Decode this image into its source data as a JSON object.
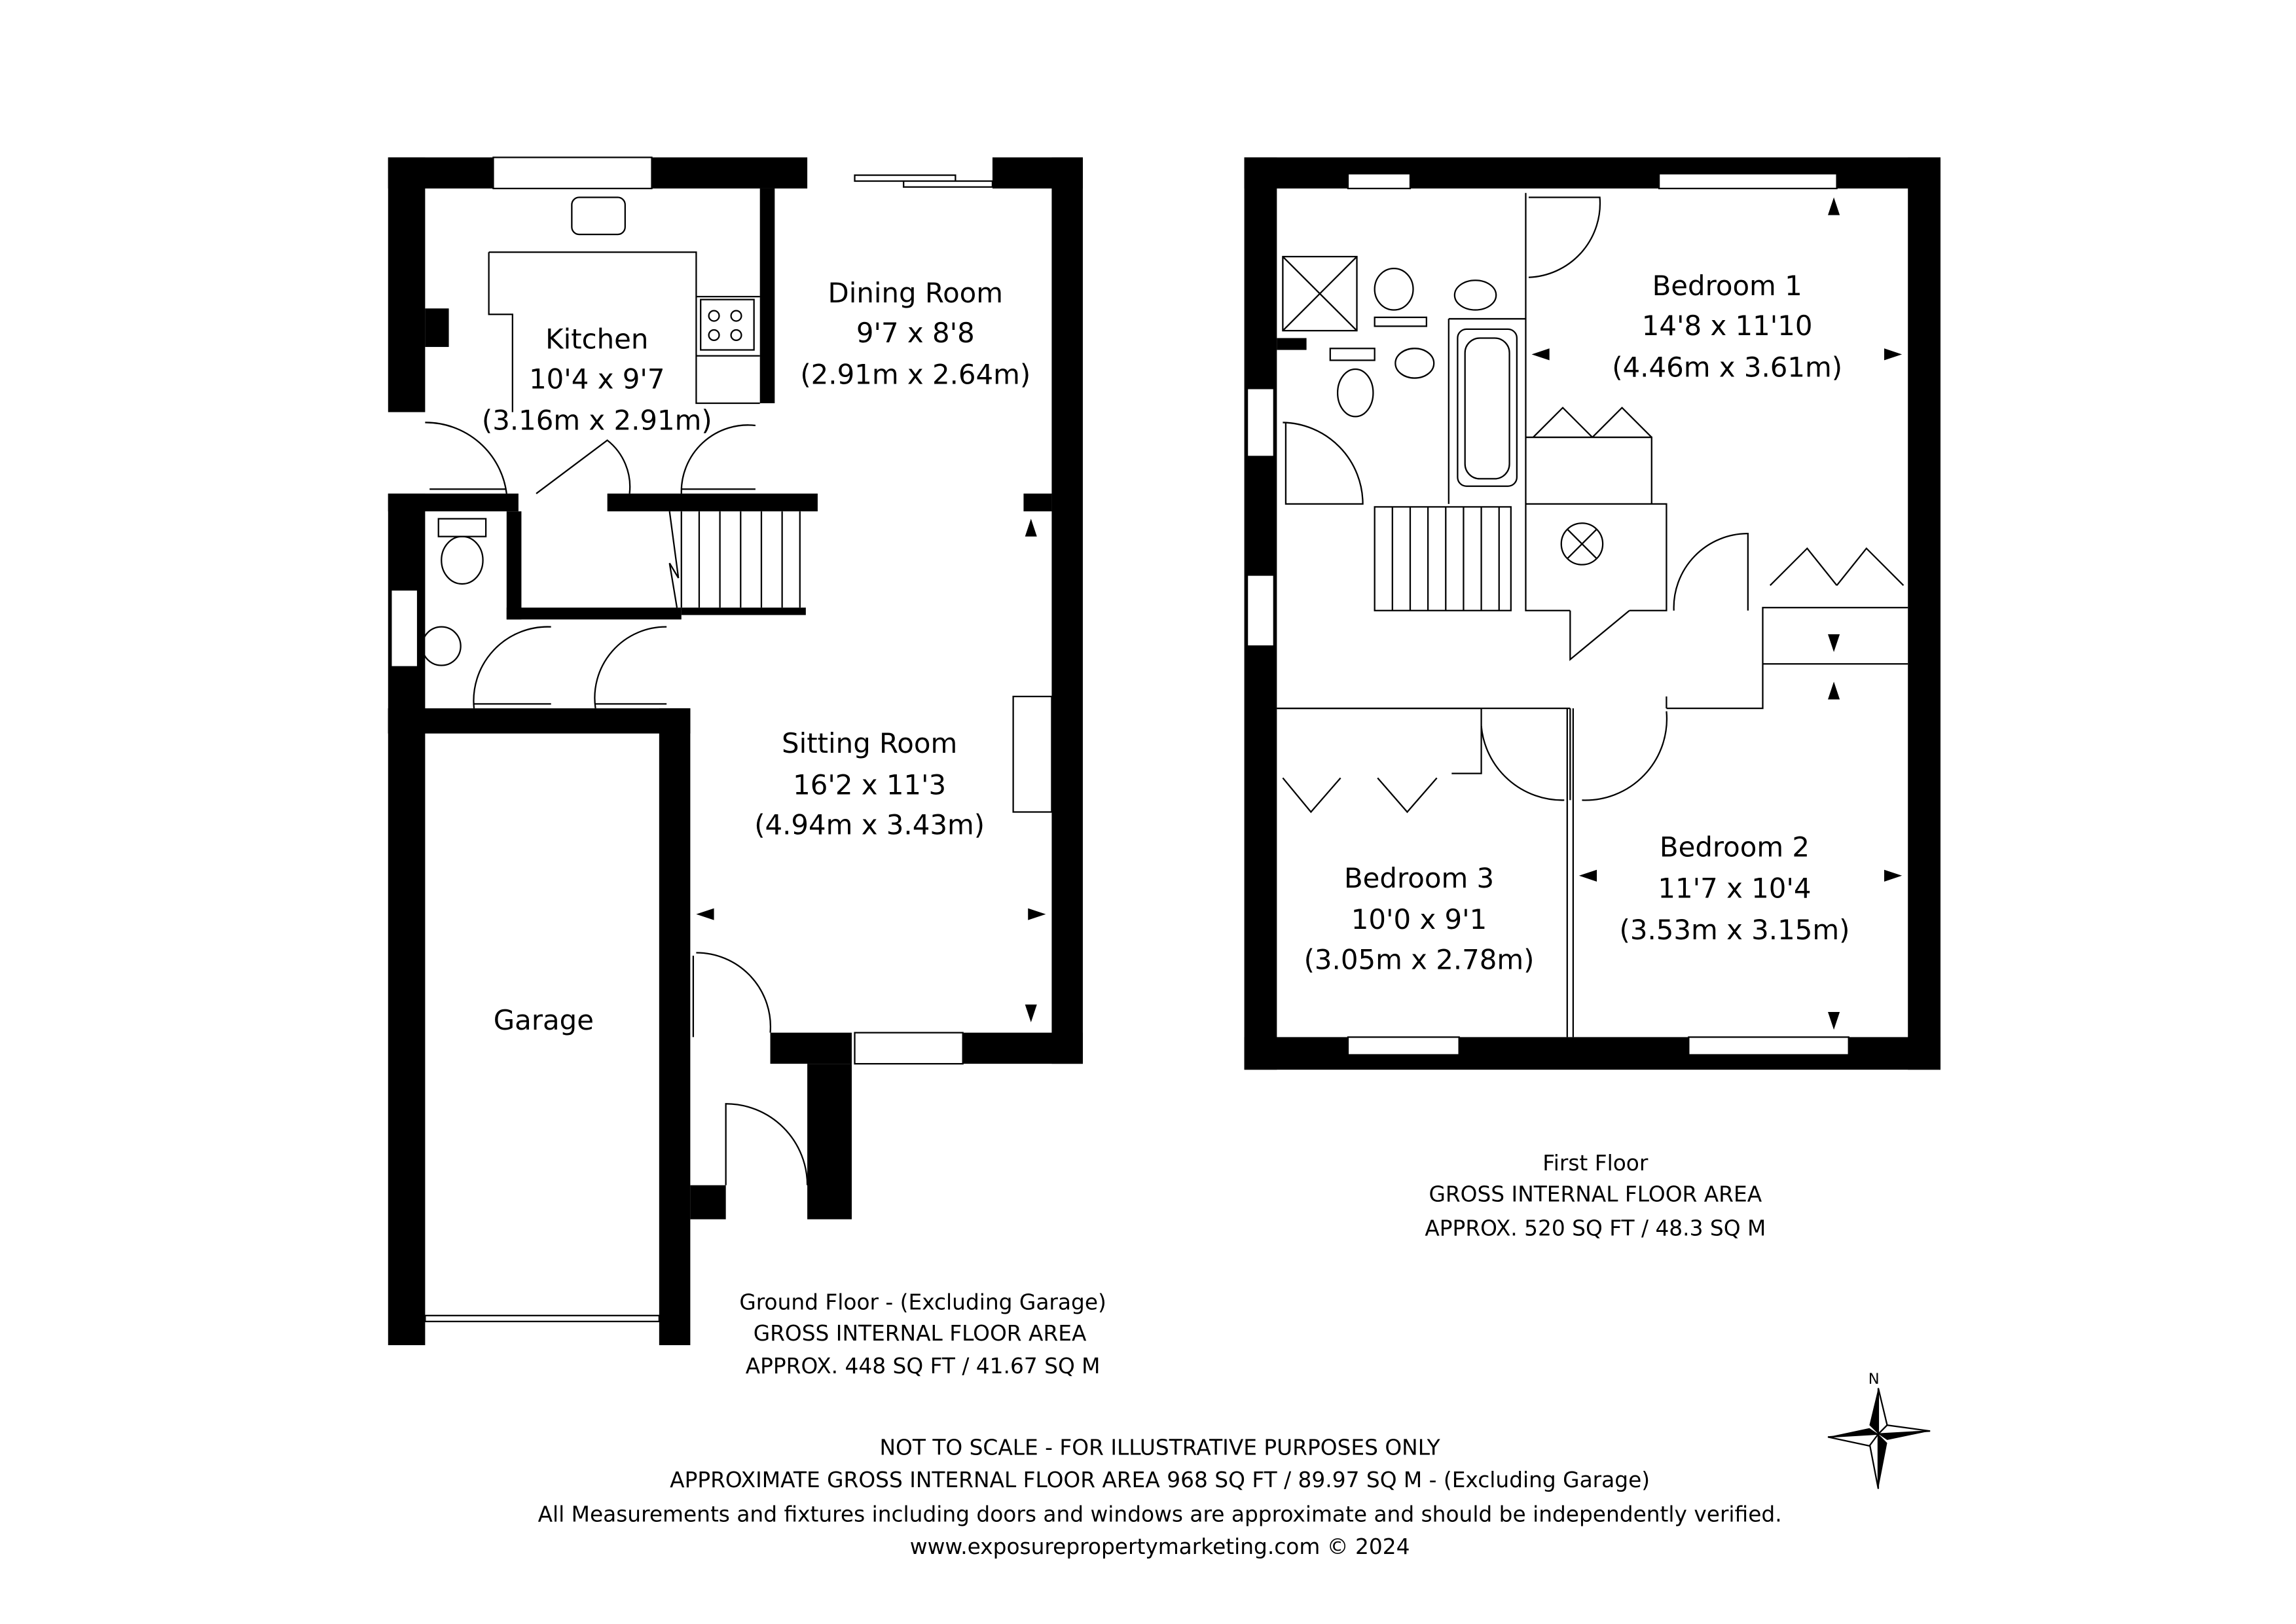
{
  "ground_floor": {
    "rooms": [
      {
        "name": "Kitchen",
        "imperial": "10'4 x 9'7",
        "metric": "(3.16m x 2.91m)"
      },
      {
        "name": "Dining Room",
        "imperial": "9'7 x 8'8",
        "metric": "(2.91m x 2.64m)"
      },
      {
        "name": "Sitting Room",
        "imperial": "16'2 x 11'3",
        "metric": "(4.94m x 3.43m)"
      },
      {
        "name": "Garage"
      }
    ],
    "area": [
      "Ground Floor - (Excluding Garage)",
      "GROSS INTERNAL FLOOR AREA",
      "APPROX. 448 SQ FT / 41.67 SQ M"
    ]
  },
  "first_floor": {
    "rooms": [
      {
        "name": "Bedroom 1",
        "imperial": "14'8 x 11'10",
        "metric": "(4.46m x 3.61m)"
      },
      {
        "name": "Bedroom 2",
        "imperial": "11'7 x 10'4",
        "metric": "(3.53m x 3.15m)"
      },
      {
        "name": "Bedroom 3",
        "imperial": "10'0 x 9'1",
        "metric": "(3.05m x 2.78m)"
      }
    ],
    "area": [
      "First Floor",
      "GROSS INTERNAL FLOOR AREA",
      "APPROX. 520 SQ FT / 48.3 SQ M"
    ]
  },
  "footer": [
    "NOT TO SCALE - FOR ILLUSTRATIVE PURPOSES ONLY",
    "APPROXIMATE GROSS INTERNAL FLOOR AREA 968 SQ FT / 89.97 SQ M - (Excluding Garage)",
    "All Measurements and fixtures including doors and windows are approximate and should be independently verified.",
    "www.exposurepropertymarketing.com © 2024"
  ],
  "compass": {
    "label": "N"
  }
}
